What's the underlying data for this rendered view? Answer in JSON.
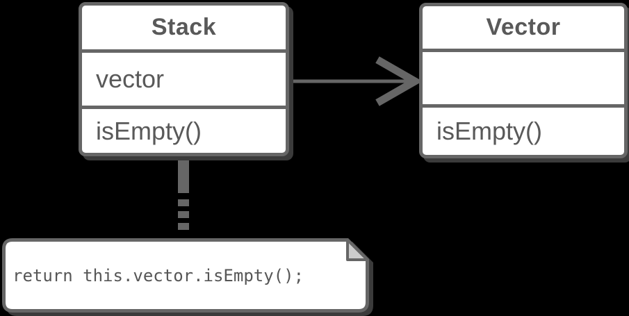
{
  "diagram": {
    "classes": [
      {
        "name": "Stack",
        "attributes": [
          "vector"
        ],
        "methods": [
          "isEmpty()"
        ]
      },
      {
        "name": "Vector",
        "attributes": [],
        "methods": [
          "isEmpty()"
        ]
      }
    ],
    "note": {
      "text": "return this.vector.isEmpty();"
    },
    "connectors": [
      {
        "from": "Stack",
        "to": "Vector",
        "style": "solid-open-arrow"
      },
      {
        "from": "Stack",
        "to": "note",
        "style": "dashed"
      }
    ],
    "colors": {
      "background": "#000000",
      "stroke": "#666666",
      "shape_fill": "#ffffff",
      "text": "#595959",
      "note_fold": "#cccccc",
      "shadow": "#3b3b3b"
    }
  }
}
